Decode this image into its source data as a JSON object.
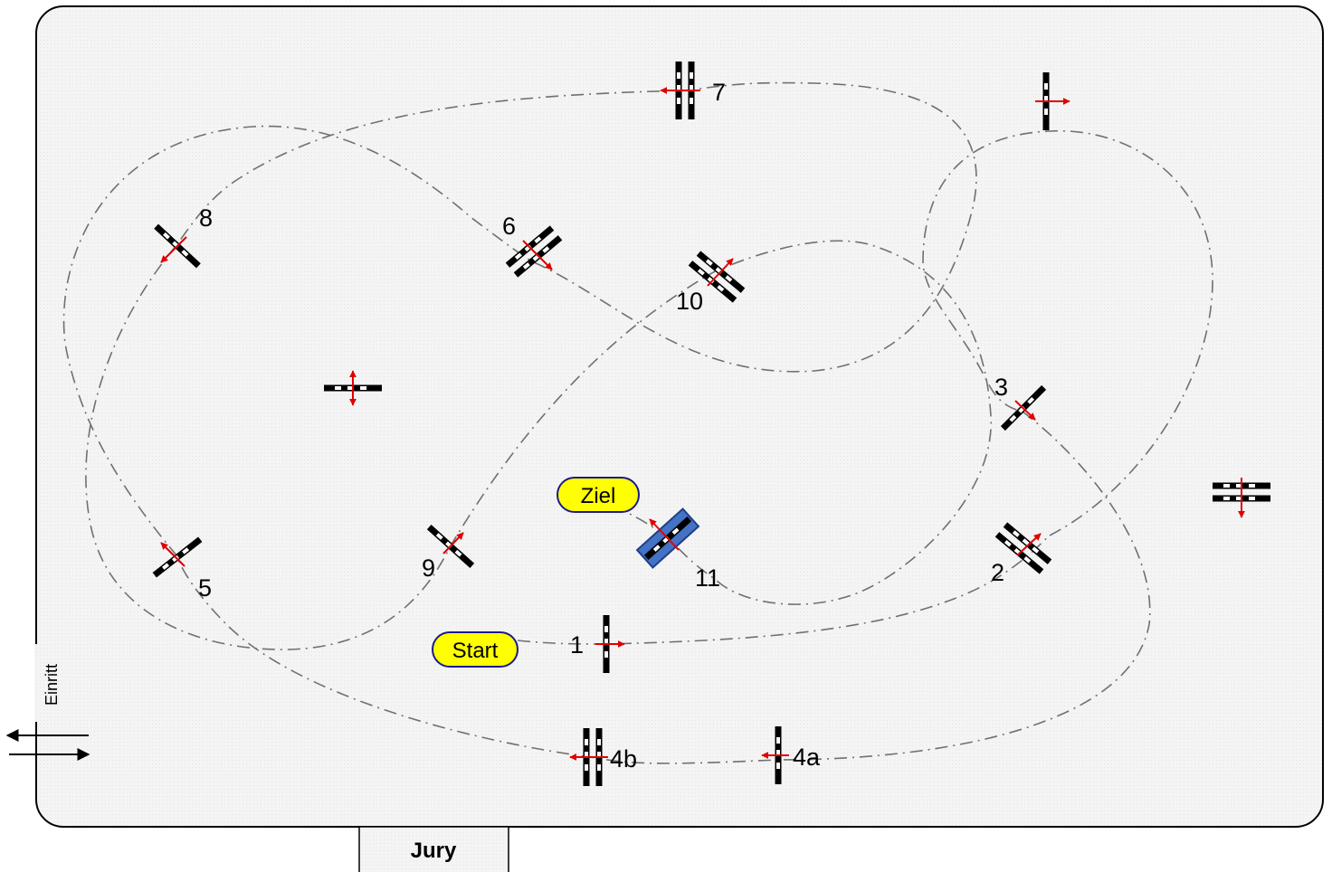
{
  "arena": {
    "background": "#f2f2f2",
    "border": "#000000"
  },
  "colors": {
    "arrow": "#e00000",
    "pill_fill": "#ffff00",
    "pill_border": "#1a1a8c",
    "water": "#4472c4",
    "path": "#707070"
  },
  "labels": {
    "start": "Start",
    "ziel": "Ziel",
    "jury": "Jury",
    "entrance": "Einritt",
    "o1": "1",
    "o2": "2",
    "o3": "3",
    "o4a": "4a",
    "o4b": "4b",
    "o5": "5",
    "o6": "6",
    "o7": "7",
    "o8": "8",
    "o9": "9",
    "o10": "10",
    "o11": "11"
  },
  "obstacles": [
    {
      "id": "1",
      "type": "vertical"
    },
    {
      "id": "2",
      "type": "oxer"
    },
    {
      "id": "3",
      "type": "vertical"
    },
    {
      "id": "4a",
      "type": "vertical"
    },
    {
      "id": "4b",
      "type": "oxer"
    },
    {
      "id": "5",
      "type": "vertical"
    },
    {
      "id": "6",
      "type": "oxer"
    },
    {
      "id": "7",
      "type": "oxer"
    },
    {
      "id": "8",
      "type": "vertical"
    },
    {
      "id": "9",
      "type": "vertical"
    },
    {
      "id": "10",
      "type": "oxer"
    },
    {
      "id": "11",
      "type": "water-jump"
    },
    {
      "id": "unnumbered-right-top",
      "type": "vertical"
    },
    {
      "id": "unnumbered-left-middle",
      "type": "vertical"
    },
    {
      "id": "unnumbered-right-edge",
      "type": "oxer"
    }
  ]
}
